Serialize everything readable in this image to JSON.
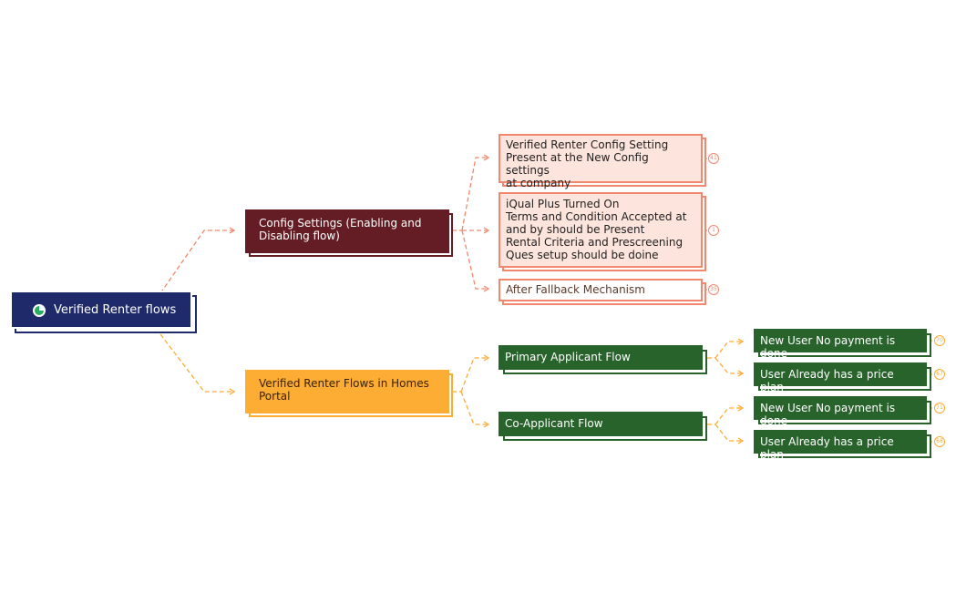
{
  "root": {
    "label": "Verified Renter flows",
    "icon": "clock-progress-icon"
  },
  "branches": {
    "config": {
      "label": "Config Settings (Enabling and Disabling flow)",
      "children": [
        {
          "lines": [
            "Verified Renter Config Setting",
            "Present at the New Config settings",
            "at company"
          ],
          "badge": "41"
        },
        {
          "lines": [
            "iQual Plus Turned On",
            "Terms and Condition Accepted at",
            "and by should be Present",
            "Rental Criteria and Prescreening",
            "Ques setup should be doine"
          ],
          "badge": "1"
        },
        {
          "lines": [
            "After Fallback Mechanism"
          ],
          "badge": "35"
        }
      ]
    },
    "homes": {
      "label": "Verified Renter Flows in Homes Portal",
      "children": [
        {
          "label": "Primary Applicant Flow",
          "children": [
            {
              "label": "New User No payment is done",
              "badge": "70"
            },
            {
              "label": "User Already has a price plan",
              "badge": "67"
            }
          ]
        },
        {
          "label": "Co-Applicant Flow",
          "children": [
            {
              "label": "New User No payment is done",
              "badge": "71"
            },
            {
              "label": "User Already has a price plan",
              "badge": "68"
            }
          ]
        }
      ]
    }
  },
  "colors": {
    "root": "#1f2a6b",
    "config": "#641d24",
    "config_children_border": "#f1876c",
    "config_children_fill": "#fde4dc",
    "homes": "#fdac34",
    "green": "#28632c"
  }
}
